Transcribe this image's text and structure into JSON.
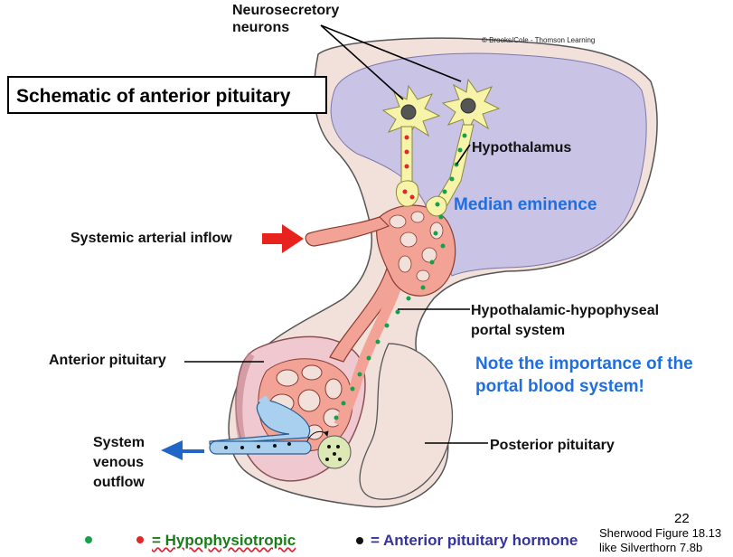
{
  "title": "Schematic of anterior pituitary",
  "credit": "© Brooks/Cole - Thomson Learning",
  "labels": {
    "neurosecretory": [
      "Neurosecretory",
      "neurons"
    ],
    "hypothalamus": "Hypothalamus",
    "median_eminence": "Median eminence",
    "systemic_inflow": "Systemic arterial inflow",
    "portal_system": [
      "Hypothalamic-hypophyseal",
      "portal system"
    ],
    "anterior_pituitary": "Anterior pituitary",
    "note": [
      "Note the importance of the",
      "portal blood system!"
    ],
    "venous_outflow": [
      "System",
      "venous",
      "outflow"
    ],
    "posterior_pituitary": "Posterior pituitary"
  },
  "legend": {
    "hypophysiotropic": "= Hypophysiotropic",
    "anterior_hormone": "= Anterior pituitary hormone"
  },
  "footer": {
    "page_number": "22",
    "reference_1": "Sherwood Figure 18.13",
    "reference_2": "like Silverthorn 7.8b"
  },
  "colors": {
    "hypothalamus": "#c9c3e6",
    "tissue": "#f2e0db",
    "portal": "#f3a396",
    "neuron": "#f7f3a8",
    "venous": "#a9d0ee",
    "arrow_in": "#e8221d",
    "arrow_out": "#1f66c7",
    "green_dot": "#13a24a",
    "red_dot": "#e12727",
    "black_dot": "#111111"
  }
}
